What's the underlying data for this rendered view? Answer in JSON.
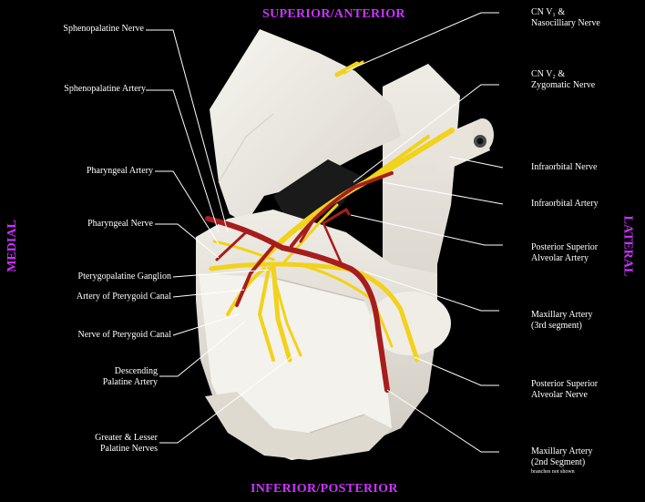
{
  "colors": {
    "background": "#000000",
    "direction_text": "#cc33ff",
    "label_text": "#ffffff",
    "bone": "#efece6",
    "nerve": "#f2d21a",
    "artery": "#a71d1d"
  },
  "directions": {
    "top": "SUPERIOR/ANTERIOR",
    "bottom": "INFERIOR/POSTERIOR",
    "left": "MEDIAL",
    "right": "LATERAL"
  },
  "labels_left": [
    {
      "lines": [
        "Sphenopalatine Nerve"
      ]
    },
    {
      "lines": [
        "Sphenopalatine Artery"
      ]
    },
    {
      "lines": [
        "Pharyngeal Artery"
      ]
    },
    {
      "lines": [
        "Pharyngeal Nerve"
      ]
    },
    {
      "lines": [
        "Pterygopalatine Ganglion"
      ]
    },
    {
      "lines": [
        "Artery of Pterygoid Canal"
      ]
    },
    {
      "lines": [
        "Nerve of Pterygoid Canal"
      ]
    },
    {
      "lines": [
        "Descending",
        "Palatine Artery"
      ]
    },
    {
      "lines": [
        "Greater & Lesser",
        "Palatine Nerves"
      ]
    }
  ],
  "labels_right": [
    {
      "lines": [
        "CN V₁ &",
        "Nasocilliary Nerve"
      ]
    },
    {
      "lines": [
        "CN V₂ &",
        "Zygomatic Nerve"
      ]
    },
    {
      "lines": [
        "Infraorbital Nerve"
      ]
    },
    {
      "lines": [
        "Infraorbital Artery"
      ]
    },
    {
      "lines": [
        "Posterior Superior",
        "Alveolar Artery"
      ]
    },
    {
      "lines": [
        "Maxillary Artery",
        "(3rd segment)"
      ]
    },
    {
      "lines": [
        "Posterior Superior",
        "Alveolar Nerve"
      ]
    },
    {
      "lines": [
        "Maxillary Artery",
        "(2nd Segment)"
      ],
      "note": "branches not shown"
    }
  ]
}
